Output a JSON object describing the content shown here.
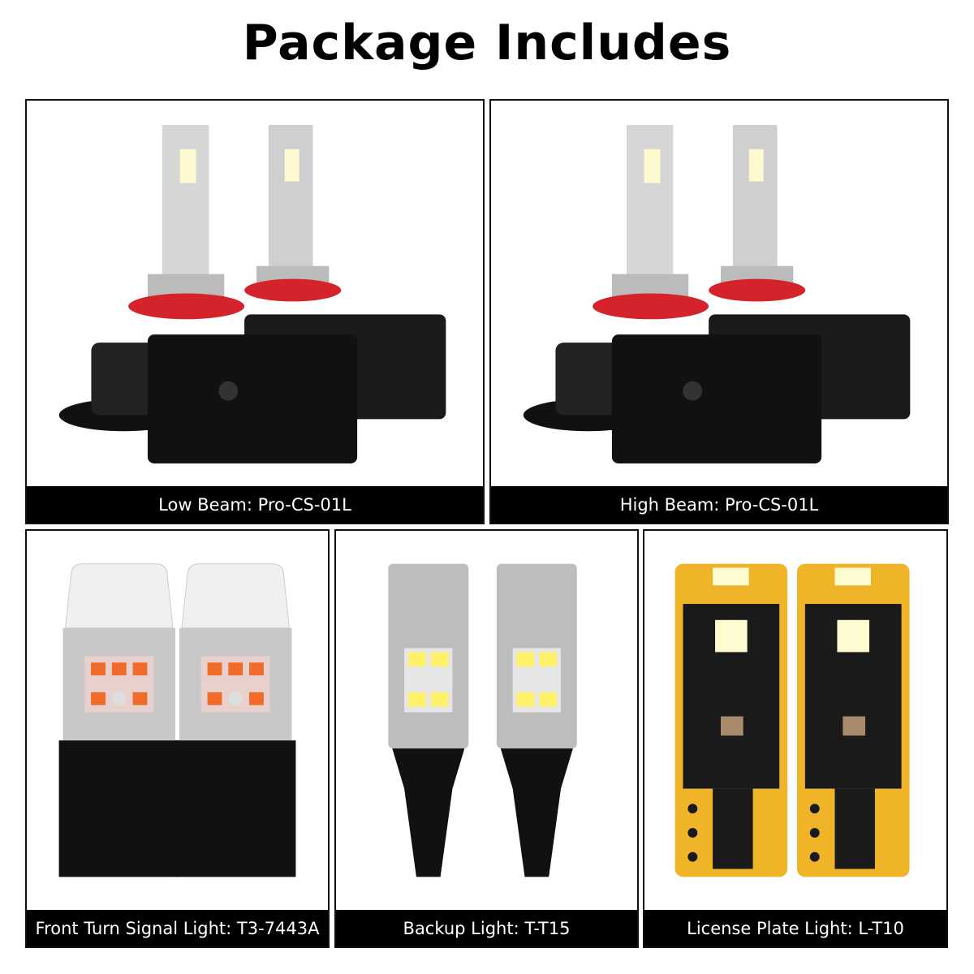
{
  "title": "Package Includes",
  "panels": [
    {
      "caption": "Low Beam: Pro-CS-01L",
      "product": "h11-led-headlight-bulbs"
    },
    {
      "caption": "High Beam: Pro-CS-01L",
      "product": "h11-led-headlight-bulbs"
    },
    {
      "caption": "Front Turn Signal Light: T3-7443A",
      "product": "7443-led-bulbs"
    },
    {
      "caption": "Backup Light: T-T15",
      "product": "t15-led-bulbs"
    },
    {
      "caption": "License Plate Light: L-T10",
      "product": "t10-led-bulbs"
    }
  ],
  "colors": {
    "caption_bg": "#000000",
    "accent_red": "#d4232b",
    "led_amber": "#f06a2a",
    "pcb_gold": "#f0b429"
  }
}
